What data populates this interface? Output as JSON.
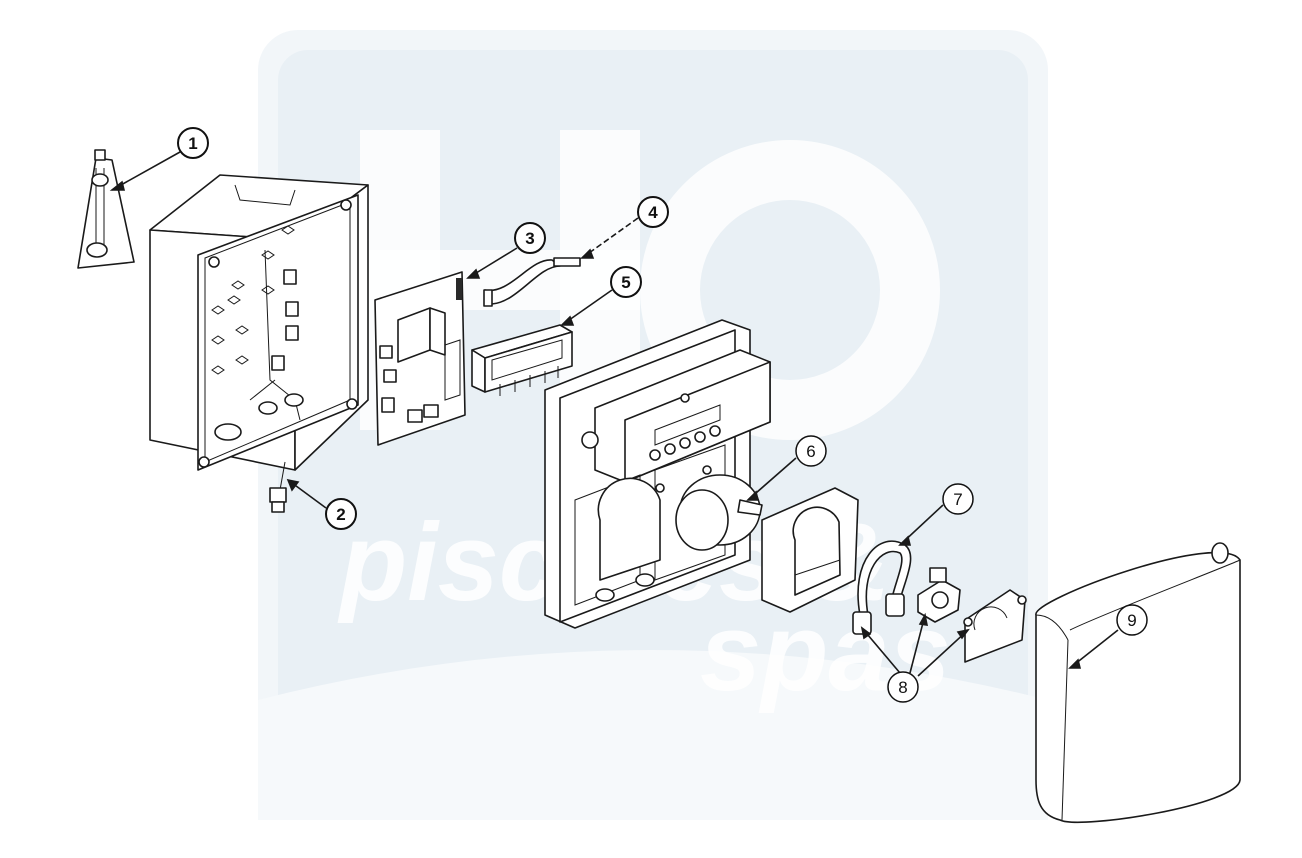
{
  "diagram": {
    "callouts": [
      {
        "id": "1",
        "label": "1"
      },
      {
        "id": "2",
        "label": "2"
      },
      {
        "id": "3",
        "label": "3"
      },
      {
        "id": "4",
        "label": "4"
      },
      {
        "id": "5",
        "label": "5"
      },
      {
        "id": "6",
        "label": "6"
      },
      {
        "id": "7",
        "label": "7"
      },
      {
        "id": "8",
        "label": "8"
      },
      {
        "id": "9",
        "label": "9"
      }
    ],
    "watermark": {
      "line1": "piscines &",
      "line2": "spas",
      "color": "#dfe9f1"
    }
  }
}
